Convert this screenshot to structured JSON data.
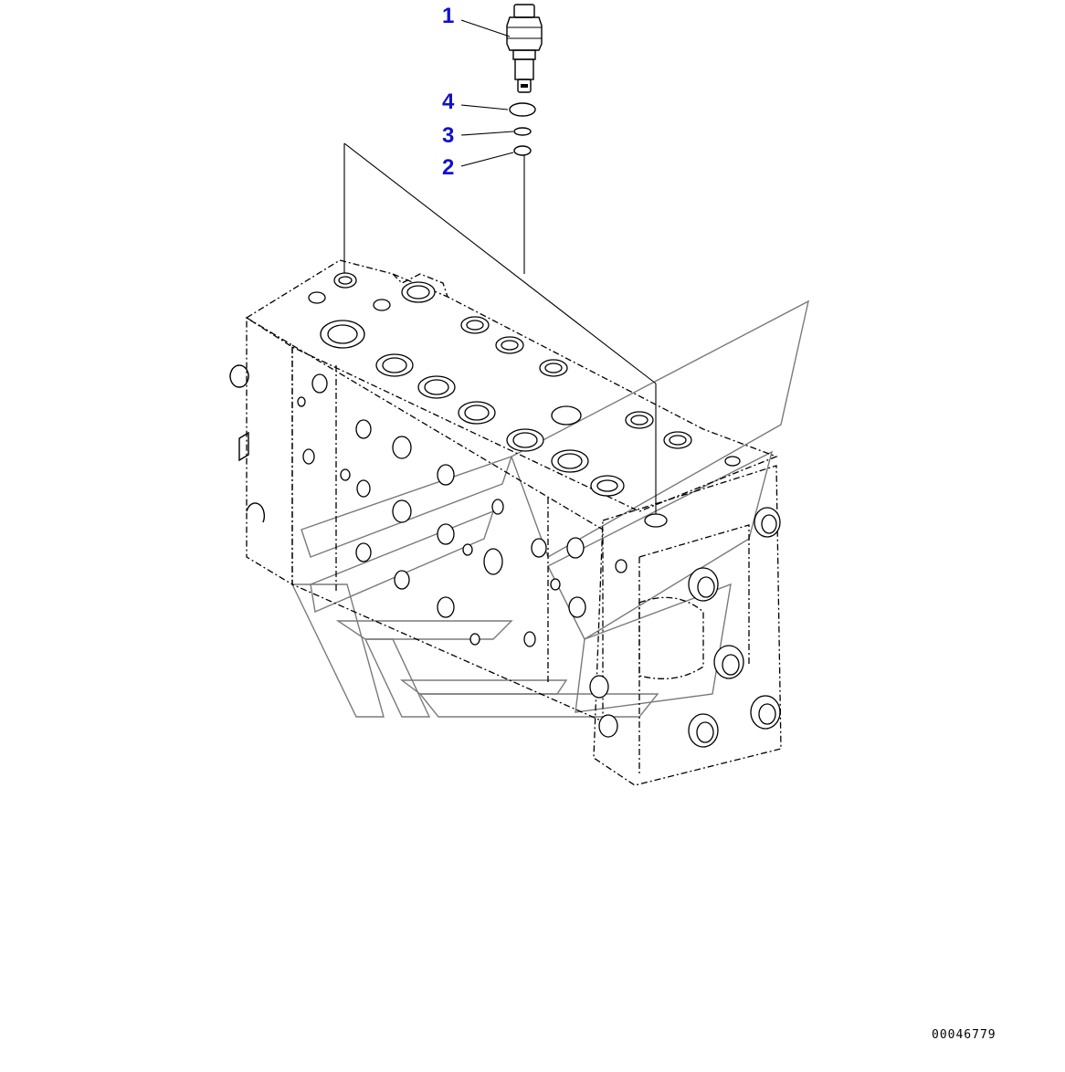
{
  "diagram": {
    "callouts": [
      {
        "id": "1",
        "label": "1"
      },
      {
        "id": "4",
        "label": "4"
      },
      {
        "id": "3",
        "label": "3"
      },
      {
        "id": "2",
        "label": "2"
      }
    ],
    "document_number": "00046779",
    "colors": {
      "callout": "#1010d0",
      "line": "#000000",
      "watermark": "#7a7a7a",
      "background": "#ffffff"
    }
  }
}
